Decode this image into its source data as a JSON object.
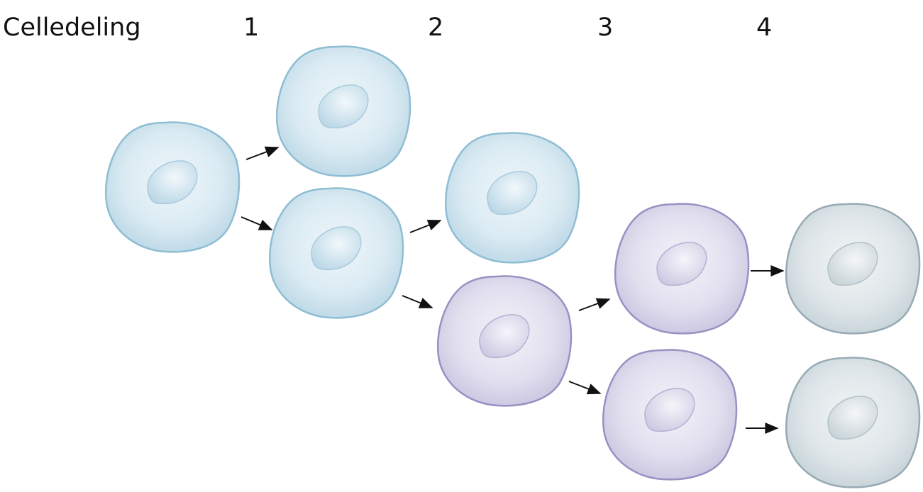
{
  "heading": "Celledeling",
  "stage_labels": [
    "1",
    "2",
    "3",
    "4"
  ],
  "colors": {
    "blue_fill": "#cfe3ee",
    "blue_stroke": "#8fbdd3",
    "purple_fill": "#d9d6e9",
    "purple_stroke": "#9a90c2",
    "gray_fill": "#d3dde2",
    "gray_stroke": "#97aab3",
    "arrow": "#111111"
  },
  "cells": [
    {
      "type": "blue"
    },
    {
      "type": "blue"
    },
    {
      "type": "blue"
    },
    {
      "type": "blue"
    },
    {
      "type": "purple"
    },
    {
      "type": "purple"
    },
    {
      "type": "purple"
    },
    {
      "type": "gray"
    },
    {
      "type": "gray"
    }
  ]
}
